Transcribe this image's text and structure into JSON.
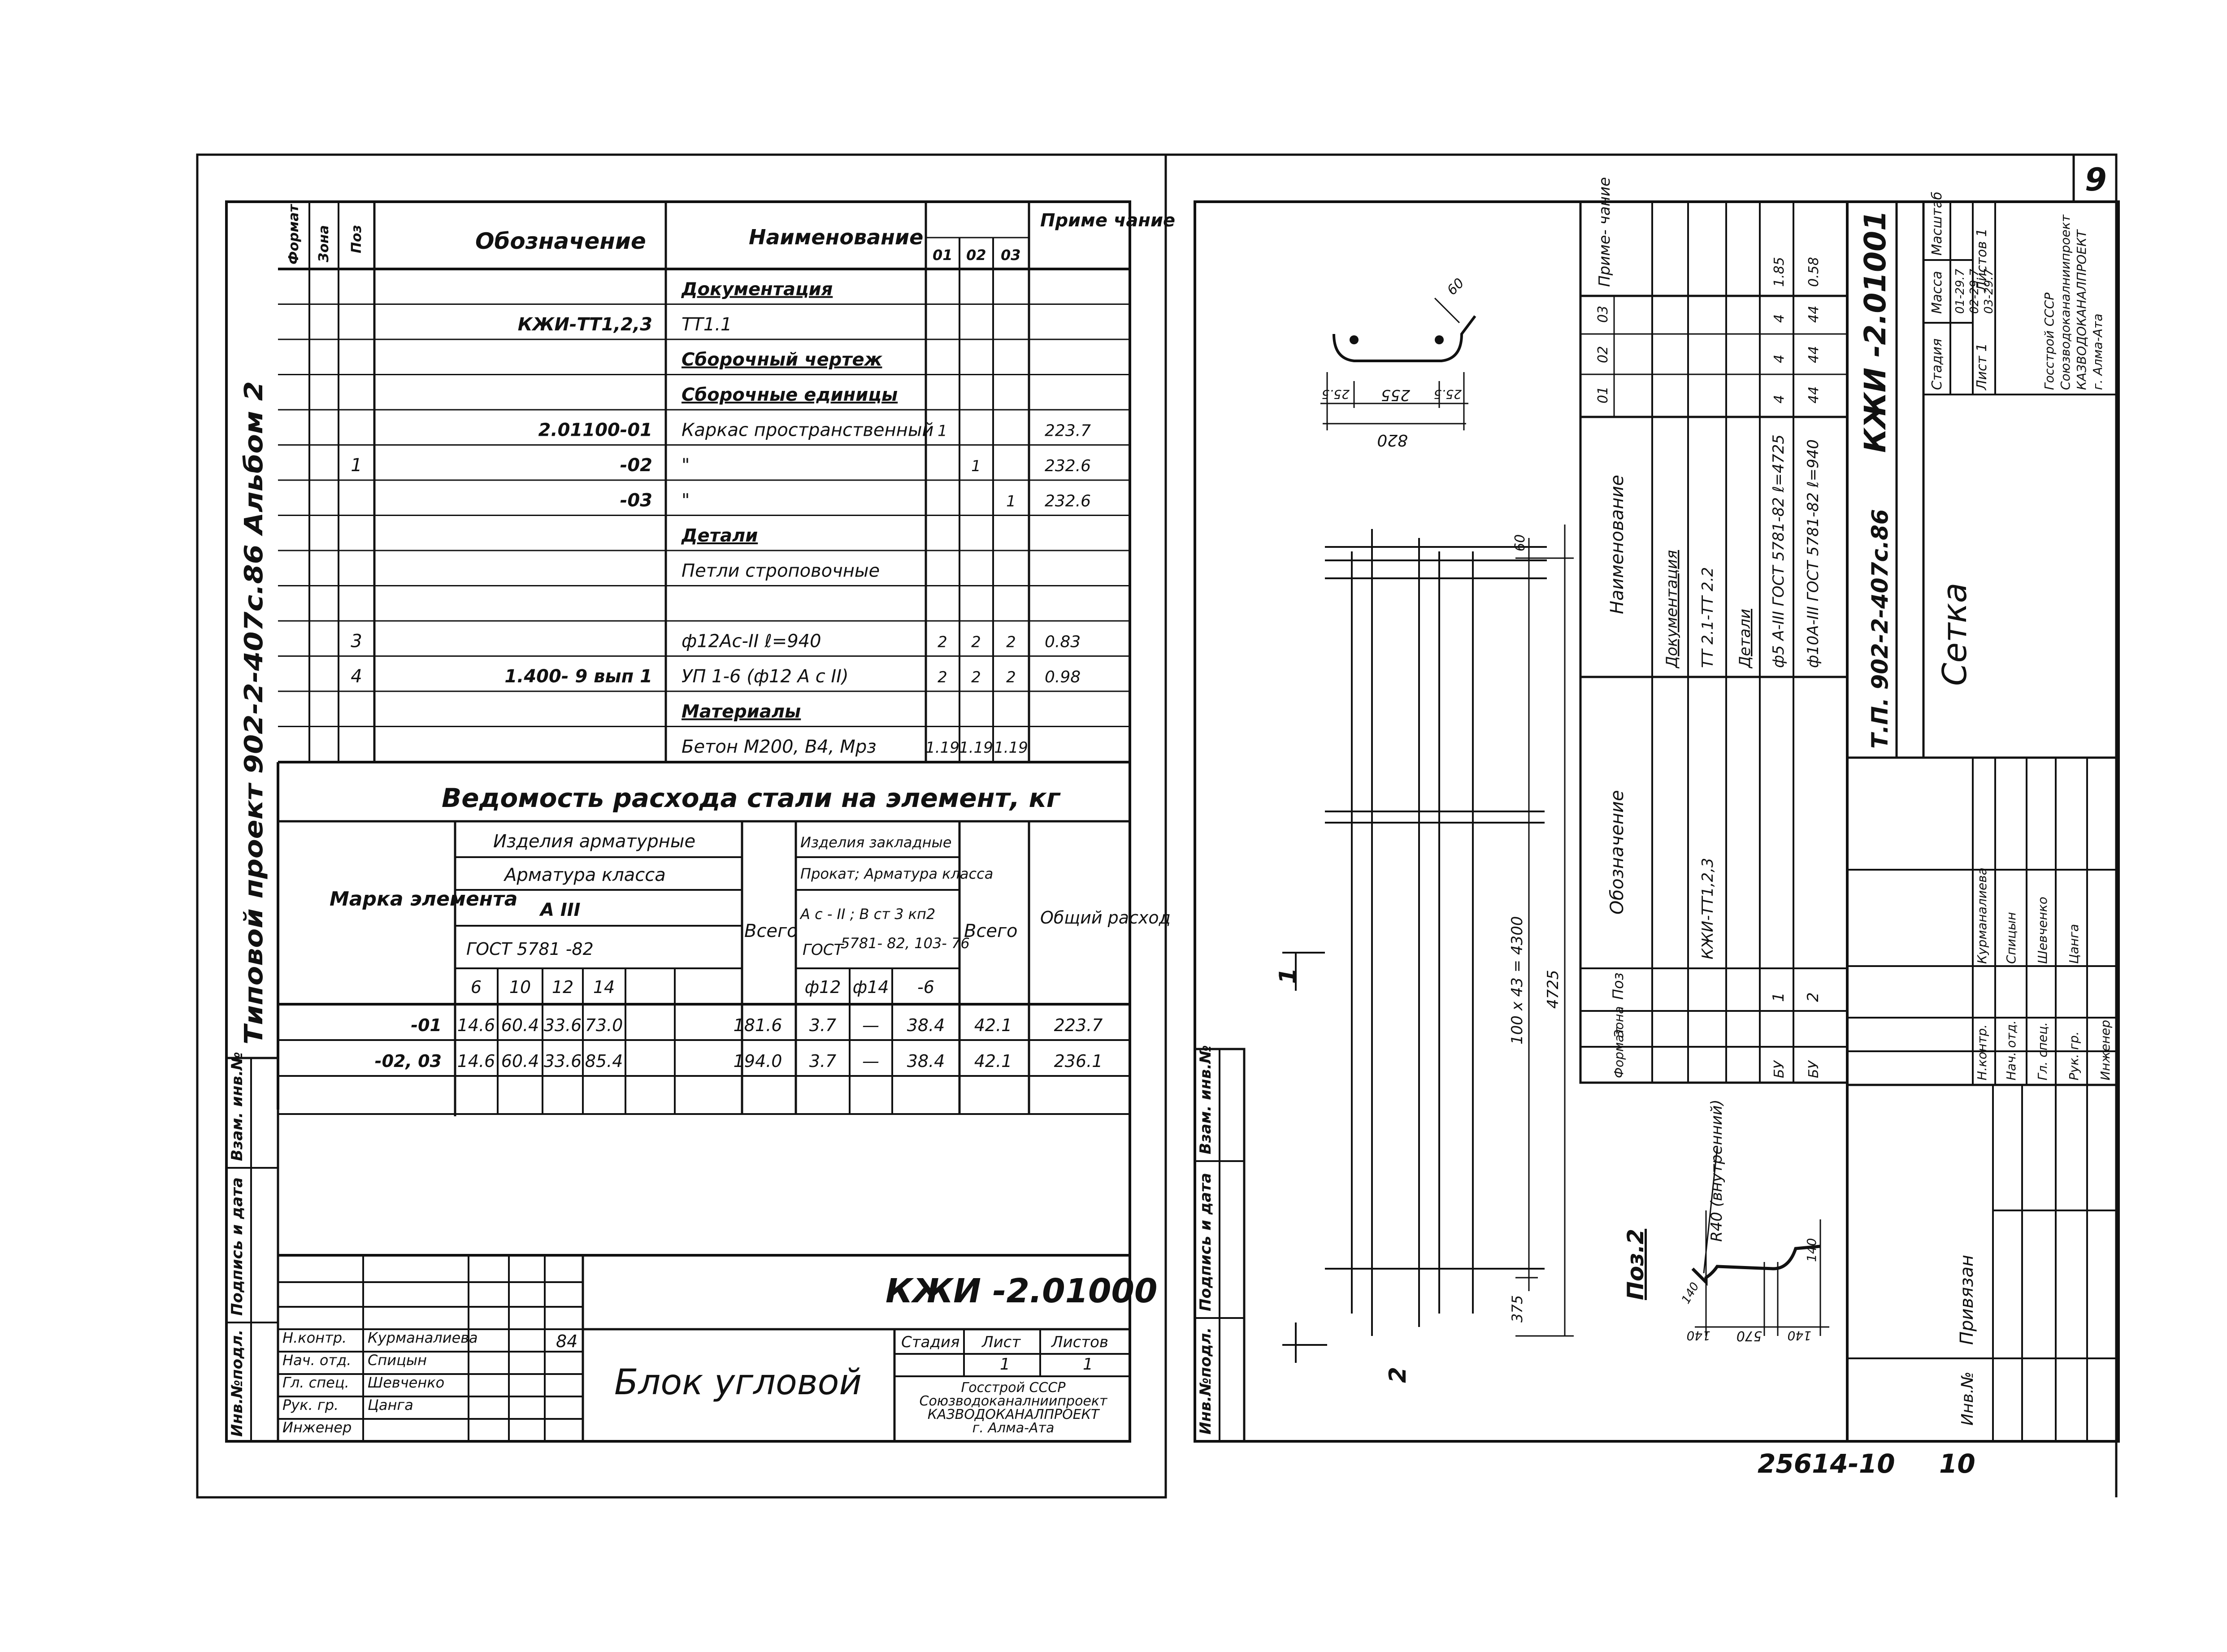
{
  "left_sheet": {
    "side_title": "Типовой проект 902-2-407с.86 Альбом 2",
    "spec_header": {
      "format": "Формат",
      "zone": "Зона",
      "pos": "Поз",
      "designation": "Обозначение",
      "name": "Наименование",
      "qty": [
        "01",
        "02",
        "03"
      ],
      "note": "Приме чание"
    },
    "spec_rows": [
      {
        "pos": "",
        "zone": "",
        "designation": "",
        "name": "Документация",
        "q1": "",
        "q2": "",
        "q3": "",
        "note": "",
        "section": true
      },
      {
        "pos": "",
        "zone": "",
        "designation": "КЖИ-ТТ1,2,3",
        "name": "ТТ1.1",
        "q1": "",
        "q2": "",
        "q3": "",
        "note": ""
      },
      {
        "pos": "",
        "zone": "",
        "designation": "",
        "name": "Сборочный чертеж",
        "q1": "",
        "q2": "",
        "q3": "",
        "note": "",
        "section": true
      },
      {
        "pos": "",
        "zone": "",
        "designation": "",
        "name": "Сборочные единицы",
        "q1": "",
        "q2": "",
        "q3": "",
        "note": "",
        "section": true
      },
      {
        "pos": "",
        "zone": "",
        "designation": "2.01100-01",
        "name": "Каркас пространственный",
        "q1": "1",
        "q2": "",
        "q3": "",
        "note": "223.7"
      },
      {
        "pos": "1",
        "zone": "",
        "designation": "-02",
        "name": "\"",
        "q1": "",
        "q2": "1",
        "q3": "",
        "note": "232.6"
      },
      {
        "pos": "",
        "zone": "",
        "designation": "-03",
        "name": "\"",
        "q1": "",
        "q2": "",
        "q3": "1",
        "note": "232.6"
      },
      {
        "pos": "",
        "zone": "",
        "designation": "",
        "name": "Детали",
        "q1": "",
        "q2": "",
        "q3": "",
        "note": "",
        "section": true
      },
      {
        "pos": "",
        "zone": "",
        "designation": "",
        "name": "Петли строповочные",
        "q1": "",
        "q2": "",
        "q3": "",
        "note": ""
      },
      {
        "pos": "",
        "zone": "",
        "designation": "",
        "name": "",
        "q1": "",
        "q2": "",
        "q3": "",
        "note": ""
      },
      {
        "pos": "3",
        "zone": "",
        "designation": "",
        "name": "ф12Ас-II        ℓ=940",
        "q1": "2",
        "q2": "2",
        "q3": "2",
        "note": "0.83"
      },
      {
        "pos": "4",
        "zone": "",
        "designation": "1.400- 9   вып 1",
        "name": "УП 1-6 (ф12 А с II)",
        "q1": "2",
        "q2": "2",
        "q3": "2",
        "note": "0.98"
      },
      {
        "pos": "",
        "zone": "",
        "designation": "",
        "name": "Материалы",
        "q1": "",
        "q2": "",
        "q3": "",
        "note": "",
        "section": true
      },
      {
        "pos": "",
        "zone": "",
        "designation": "",
        "name": "Бетон М200, В4, Мрз",
        "q1": "1.19",
        "q2": "1.19",
        "q3": "1.19",
        "note": ""
      }
    ],
    "steel": {
      "title": "Ведомость расхода стали на элемент, кг",
      "mark_header": "Марка элемента",
      "rebar_group": "Изделия арматурные",
      "rebar_class_label": "Арматура класса",
      "rebar_class": "А III",
      "rebar_gost": "ГОСТ 5781 -82",
      "rebar_diams": [
        "6",
        "10",
        "12",
        "14"
      ],
      "total1": "Всего",
      "embed_group": "Изделия закладные",
      "embed_sub": "Прокат; Арматура класса",
      "embed_class": "А с - II ; В ст 3 кп2",
      "embed_gost_label": "ГОСТ",
      "embed_gost": "5781- 82, 103- 76",
      "embed_diams": [
        "ф12",
        "ф14",
        "-6"
      ],
      "total2": "Всего",
      "grand": "Общий расход",
      "rows": [
        {
          "mark": "-01",
          "d6": "14.6",
          "d10": "60.4",
          "d12": "33.6",
          "d14": "73.0",
          "sum1": "181.6",
          "e12": "3.7",
          "e14": "—",
          "e6": "38.4",
          "sum2": "42.1",
          "total": "223.7"
        },
        {
          "mark": "-02, 03",
          "d6": "14.6",
          "d10": "60.4",
          "d12": "33.6",
          "d14": "85.4",
          "sum1": "194.0",
          "e12": "3.7",
          "e14": "—",
          "e6": "38.4",
          "sum2": "42.1",
          "total": "236.1"
        }
      ]
    },
    "side_stamps": [
      "Инв.№подл.",
      "Подпись и дата",
      "Взам. инв.№"
    ],
    "title_block": {
      "code": "КЖИ -2.01000",
      "roles": [
        "Н.контр.",
        "Нач. отд.",
        "Гл. спец.",
        "Рук. гр.",
        "Инженер"
      ],
      "people": [
        "Курманалиева",
        "Спицын",
        "Шевченко",
        "Цанга",
        ""
      ],
      "date": "84",
      "name": "Блок угловой",
      "stage_label": "Стадия",
      "sheet_label": "Лист",
      "sheets_label": "Листов",
      "sheet": "1",
      "sheets": "1",
      "org_lines": [
        "Госстрой СССР",
        "Союзводоканалниипроект",
        "КАЗВОДОКАНАЛПРОЕКТ",
        "г. Алма-Ата"
      ]
    }
  },
  "right_sheet": {
    "page_number": "9",
    "drawing": {
      "dim_60": "60",
      "dim_255": "25.5",
      "dim_235": "25.5",
      "dim_255b": "255",
      "dim_820": "820",
      "dim_60b": "60",
      "dim_4300": "100 x 43 = 4300",
      "dim_4725": "4725",
      "dim_375": "375",
      "pos_label": "Поз.2",
      "r_label": "R40 (внутренний)",
      "dim_140": "140",
      "dim_570": "570",
      "dim_140b": "140",
      "dim_40": "140",
      "mark_1": "1",
      "mark_2": "2"
    },
    "spec_header": {
      "format": "Формат",
      "zone": "Зона",
      "pos": "Поз",
      "designation": "Обозначение",
      "name": "Наименование",
      "qty": [
        "01",
        "02",
        "03"
      ],
      "note": "Приме- чание"
    },
    "spec_rows": [
      {
        "format": "",
        "pos": "",
        "designation": "",
        "name": "Документация",
        "q1": "",
        "q2": "",
        "q3": "",
        "note": ""
      },
      {
        "format": "",
        "pos": "",
        "designation": "КЖИ-ТТ1,2,3",
        "name": "ТТ 2.1-ТТ 2.2",
        "q1": "",
        "q2": "",
        "q3": "",
        "note": ""
      },
      {
        "format": "",
        "pos": "",
        "designation": "",
        "name": "Детали",
        "q1": "",
        "q2": "",
        "q3": "",
        "note": ""
      },
      {
        "format": "БУ",
        "pos": "1",
        "designation": "",
        "name": "ф5 А-III ГОСТ 5781-82  ℓ=4725",
        "q1": "4",
        "q2": "4",
        "q3": "4",
        "note": "1.85"
      },
      {
        "format": "БУ",
        "pos": "2",
        "designation": "",
        "name": "ф10А-III ГОСТ 5781-82  ℓ=940",
        "q1": "44",
        "q2": "44",
        "q3": "44",
        "note": "0.58"
      }
    ],
    "code": "КЖИ -2.01001",
    "project": "Т.П. 902-2-407с.86",
    "name": "Сетка",
    "roles": [
      "Н.контр.",
      "Нач. отд.",
      "Гл. спец.",
      "Рук. гр.",
      "Инженер"
    ],
    "people": [
      "Курманалиева",
      "Спицын",
      "Шевченко",
      "Цанга",
      ""
    ],
    "stage_header": [
      "Стадия",
      "Масса",
      "Масштаб"
    ],
    "mass_lines": [
      "01-29.7",
      "02-29.7",
      "03-29.7"
    ],
    "sheet_label": "Лист 1",
    "sheets_label": "Листов 1",
    "org_lines": [
      "Госстрой СССР",
      "Союзводоканалниипроект",
      "КАЗВОДОКАНАЛПРОЕКТ",
      "г. Алма-Ата"
    ],
    "bind_label": "Привязан",
    "inv_label": "Инв.№"
  },
  "footer": {
    "num": "25614-10",
    "page": "10"
  }
}
